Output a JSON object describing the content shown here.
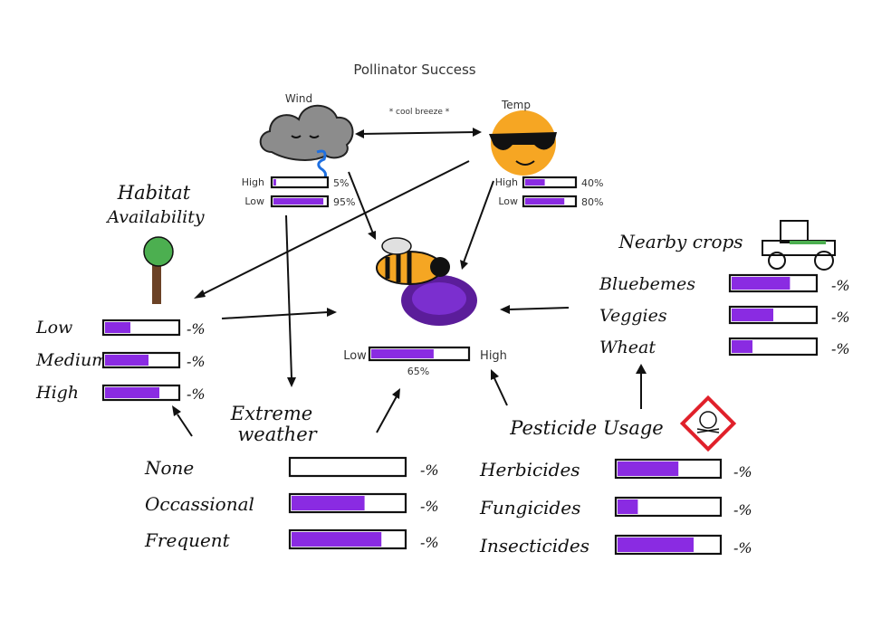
{
  "title": "Pollinator Success",
  "wind": {
    "label": "Wind",
    "bars": [
      {
        "label": "High",
        "value": 0.05,
        "pct": "5%"
      },
      {
        "label": "Low",
        "value": 0.95,
        "pct": "95%"
      }
    ]
  },
  "temp": {
    "label": "Temp",
    "bars": [
      {
        "label": "High",
        "value": 0.4,
        "pct": "40%"
      },
      {
        "label": "Low",
        "value": 0.8,
        "pct": "80%"
      }
    ]
  },
  "breeze_note": "* cool breeze *",
  "center": {
    "low": "Low",
    "high": "High",
    "value": 0.65,
    "pct": "65%"
  },
  "habitat": {
    "title_line1": "Habitat",
    "title_line2": "Availability",
    "bars": [
      {
        "label": "Low",
        "value": 0.35,
        "pct": "-%"
      },
      {
        "label": "Medium",
        "value": 0.6,
        "pct": "-%"
      },
      {
        "label": "High",
        "value": 0.75,
        "pct": "-%"
      }
    ]
  },
  "crops": {
    "title": "Nearby crops",
    "bars": [
      {
        "label": "Bluebemes",
        "value": 0.7,
        "pct": "-%"
      },
      {
        "label": "Veggies",
        "value": 0.5,
        "pct": "-%"
      },
      {
        "label": "Wheat",
        "value": 0.25,
        "pct": "-%"
      }
    ]
  },
  "weather": {
    "title_line1": "Extreme",
    "title_line2": "weather",
    "bars": [
      {
        "label": "None",
        "value": 0.0,
        "pct": "-%"
      },
      {
        "label": "Occassional",
        "value": 0.65,
        "pct": "-%"
      },
      {
        "label": "Frequent",
        "value": 0.8,
        "pct": "-%"
      }
    ]
  },
  "pesticide": {
    "title": "Pesticide Usage",
    "bars": [
      {
        "label": "Herbicides",
        "value": 0.6,
        "pct": "-%"
      },
      {
        "label": "Fungicides",
        "value": 0.2,
        "pct": "-%"
      },
      {
        "label": "Insecticides",
        "value": 0.75,
        "pct": "-%"
      }
    ]
  },
  "colors": {
    "accent": "#8a2be2",
    "sun": "#f6a623",
    "cloud": "#8c8c8c",
    "warning": "#e0202a",
    "tree": "#4caf50",
    "trunk": "#6b4226"
  }
}
